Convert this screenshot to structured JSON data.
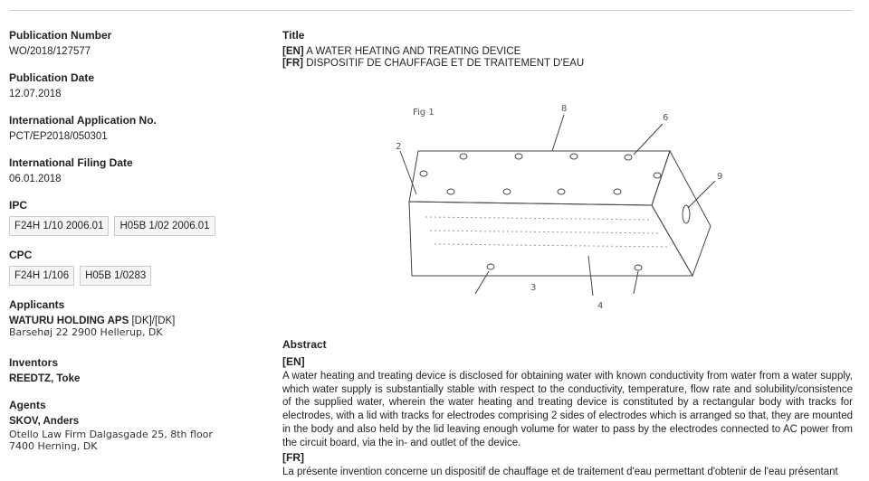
{
  "publication_number": {
    "label": "Publication Number",
    "value": "WO/2018/127577"
  },
  "publication_date": {
    "label": "Publication Date",
    "value": "12.07.2018"
  },
  "application_no": {
    "label": "International Application No.",
    "value": "PCT/EP2018/050301"
  },
  "filing_date": {
    "label": "International Filing Date",
    "value": "06.01.2018"
  },
  "ipc": {
    "label": "IPC",
    "codes": [
      "F24H 1/10 2006.01",
      "H05B 1/02 2006.01"
    ]
  },
  "cpc": {
    "label": "CPC",
    "codes": [
      "F24H 1/106",
      "H05B 1/0283"
    ]
  },
  "applicants": {
    "label": "Applicants",
    "name": "WATURU HOLDING APS",
    "country": " [DK]/[DK]",
    "address": "Barsehøj 22 2900 Hellerup, DK"
  },
  "inventors": {
    "label": "Inventors",
    "name": "REEDTZ, Toke"
  },
  "agents": {
    "label": "Agents",
    "name": "SKOV, Anders",
    "address1": "Otello Law Firm Dalgasgade 25, 8th floor",
    "address2": "7400 Herning, DK"
  },
  "title": {
    "label": "Title",
    "en_tag": "[EN]",
    "en": " A WATER HEATING AND TREATING DEVICE",
    "fr_tag": "[FR]",
    "fr": " DISPOSITIF DE CHAUFFAGE ET DE TRAITEMENT D'EAU"
  },
  "drawing": {
    "fig_label": "Fig 1",
    "refs": [
      "8",
      "6",
      "2",
      "9",
      "3",
      "4"
    ]
  },
  "abstract": {
    "label": "Abstract",
    "en_tag": "[EN]",
    "en": "A water heating and treating device is disclosed for obtaining water with known conductivity from water from a water supply, which water supply is substantially stable with respect to the conductivity, temperature, flow rate and solubility/consistence of the supplied water, wherein the water heating and treating device is constituted by a rectangular body with tracks for electrodes, with a lid with tracks for electrodes comprising 2 sides of electrodes which is arranged so that, they are mounted in the body and also held by the lid leaving enough volume for water to pass by the electrodes connected to AC power from the circuit board, via the in- and outlet of the device.",
    "fr_tag": "[FR]",
    "fr": "La présente invention concerne un dispositif de chauffage et de traitement d'eau permettant d'obtenir de l'eau présentant"
  }
}
